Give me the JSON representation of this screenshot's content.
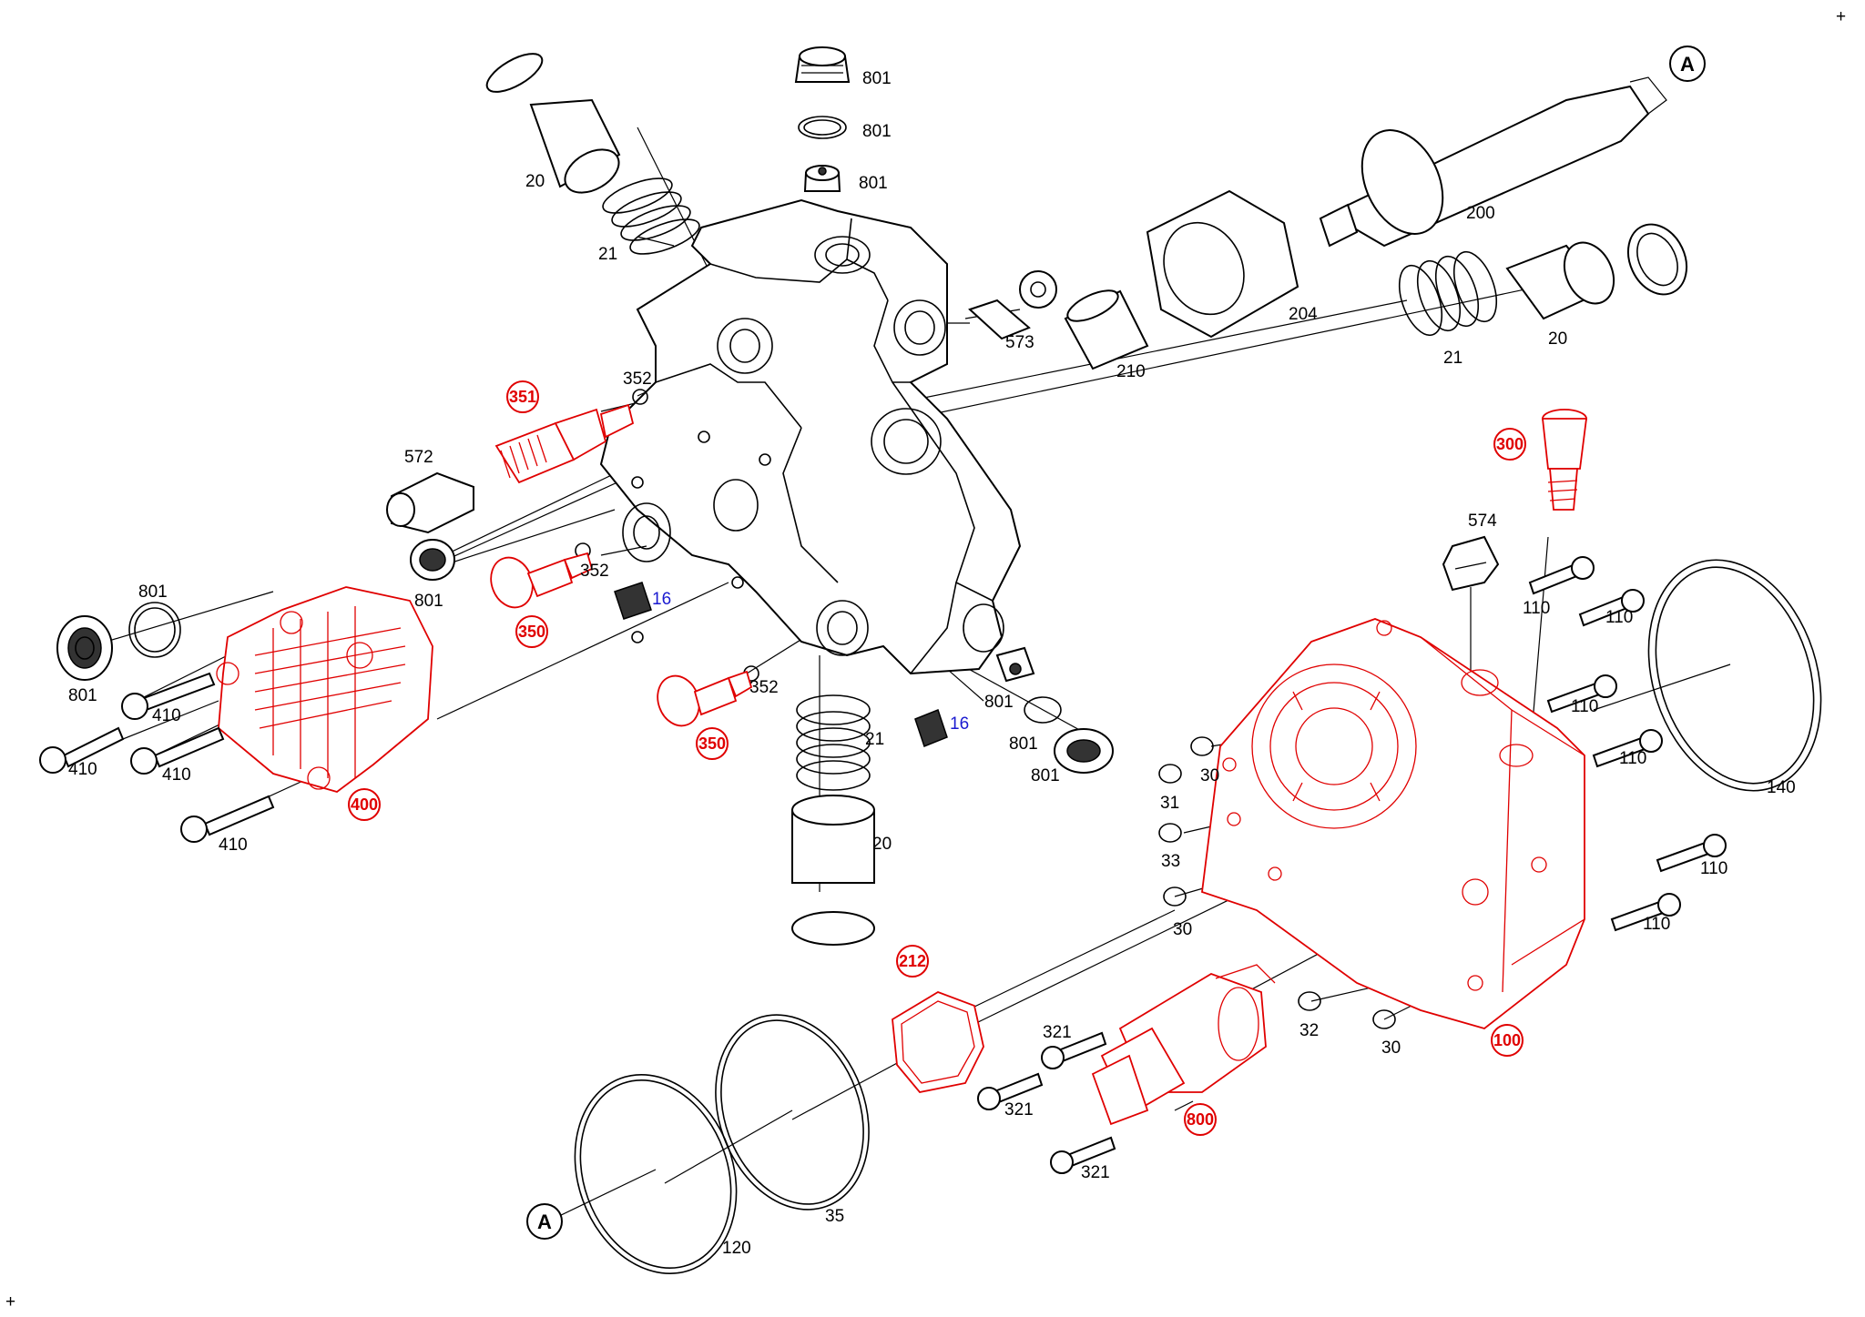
{
  "corner_marks": [
    "+",
    "+"
  ],
  "refs": {
    "A_top": "A",
    "A_bottom": "A"
  },
  "labels": {
    "l801_a": "801",
    "l801_b": "801",
    "l801_c": "801",
    "l801_d": "801",
    "l801_e": "801",
    "l801_f": "801",
    "l801_g": "801",
    "l801_h": "801",
    "l20_a": "20",
    "l20_b": "20",
    "l20_c": "20",
    "l21_a": "21",
    "l21_b": "21",
    "l21_c": "21",
    "l200": "200",
    "l204": "204",
    "l210": "210",
    "l573": "573",
    "l352_a": "352",
    "l352_b": "352",
    "l352_c": "352",
    "l572": "572",
    "l574": "574",
    "l16_a": "16",
    "l16_b": "16",
    "l410_a": "410",
    "l410_b": "410",
    "l410_c": "410",
    "l410_d": "410",
    "l110_a": "110",
    "l110_b": "110",
    "l110_c": "110",
    "l110_d": "110",
    "l110_e": "110",
    "l110_f": "110",
    "l140": "140",
    "l31": "31",
    "l30_a": "30",
    "l30_b": "30",
    "l30_c": "30",
    "l33": "33",
    "l32": "32",
    "l321_a": "321",
    "l321_b": "321",
    "l321_c": "321",
    "l35": "35",
    "l120": "120"
  },
  "red_labels": {
    "r351": "351",
    "r350_a": "350",
    "r350_b": "350",
    "r400": "400",
    "r300": "300",
    "r212": "212",
    "r100": "100",
    "r800": "800"
  }
}
